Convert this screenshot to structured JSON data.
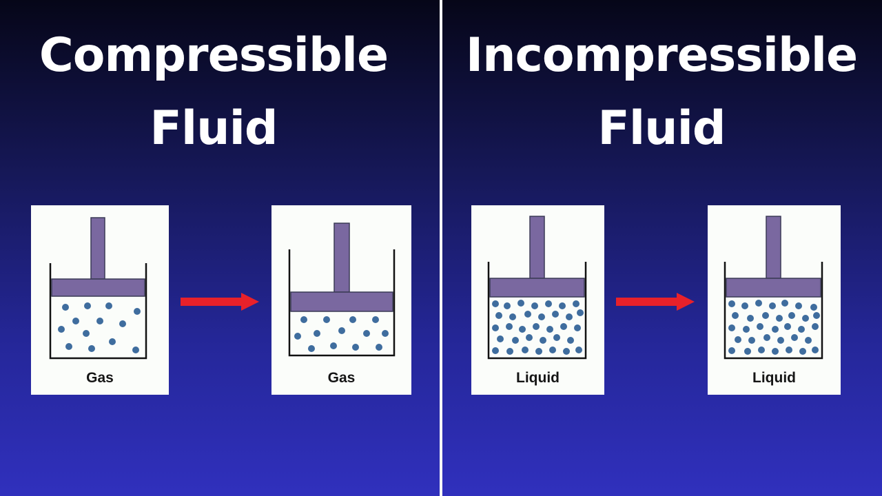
{
  "colors": {
    "piston": "#7a68a0",
    "piston_stroke": "#3a3a55",
    "particle": "#3f6d9e",
    "arrow": "#e8212a",
    "divider": "#f5f5f7"
  },
  "left": {
    "title_line1": "Compressible",
    "title_line2": "Fluid",
    "before_label": "Gas",
    "after_label": "Gas"
  },
  "right": {
    "title_line1": "Incompressible",
    "title_line2": "Fluid",
    "before_label": "Liquid",
    "after_label": "Liquid"
  }
}
